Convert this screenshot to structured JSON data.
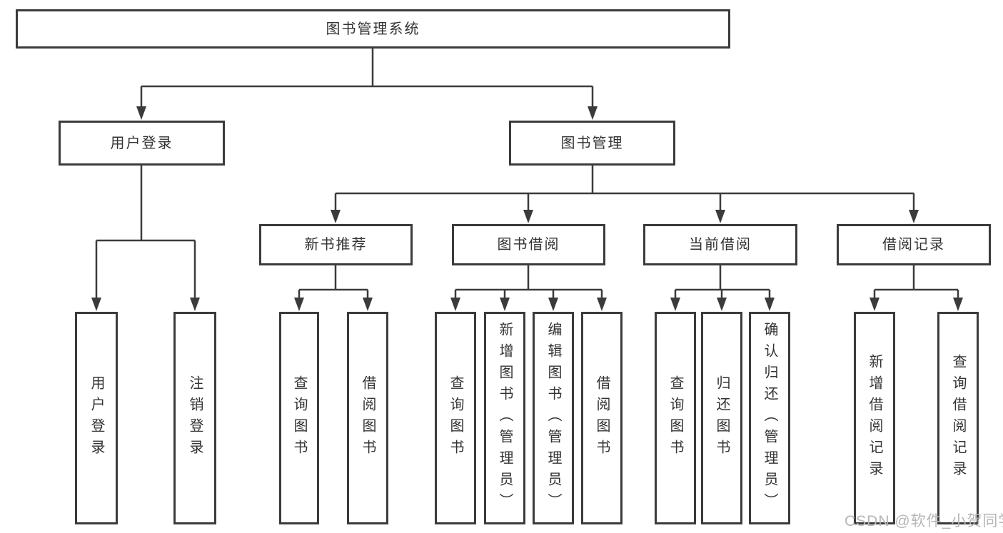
{
  "diagram": {
    "root": "图书管理系统",
    "level2": {
      "user_login": "用户登录",
      "book_mgmt": "图书管理"
    },
    "level3": {
      "new_books": "新书推荐",
      "borrow": "图书借阅",
      "current": "当前借阅",
      "records": "借阅记录"
    },
    "leaves": {
      "user_login": [
        "用户登录",
        "注销登录"
      ],
      "new_books": [
        "查询图书",
        "借阅图书"
      ],
      "borrow": [
        "查询图书",
        "新增图书（管理员）",
        "编辑图书（管理员）",
        "借阅图书"
      ],
      "current": [
        "查询图书",
        "归还图书",
        "确认归还（管理员）"
      ],
      "records": [
        "新增借阅记录",
        "查询借阅记录"
      ]
    },
    "watermark": "CSDN @软件_小贺同学"
  },
  "colors": {
    "line": "#3b3b3b",
    "box_border": "#3b3b3b",
    "text": "#333333",
    "watermark": "#b6b6b6",
    "background": "#ffffff"
  }
}
